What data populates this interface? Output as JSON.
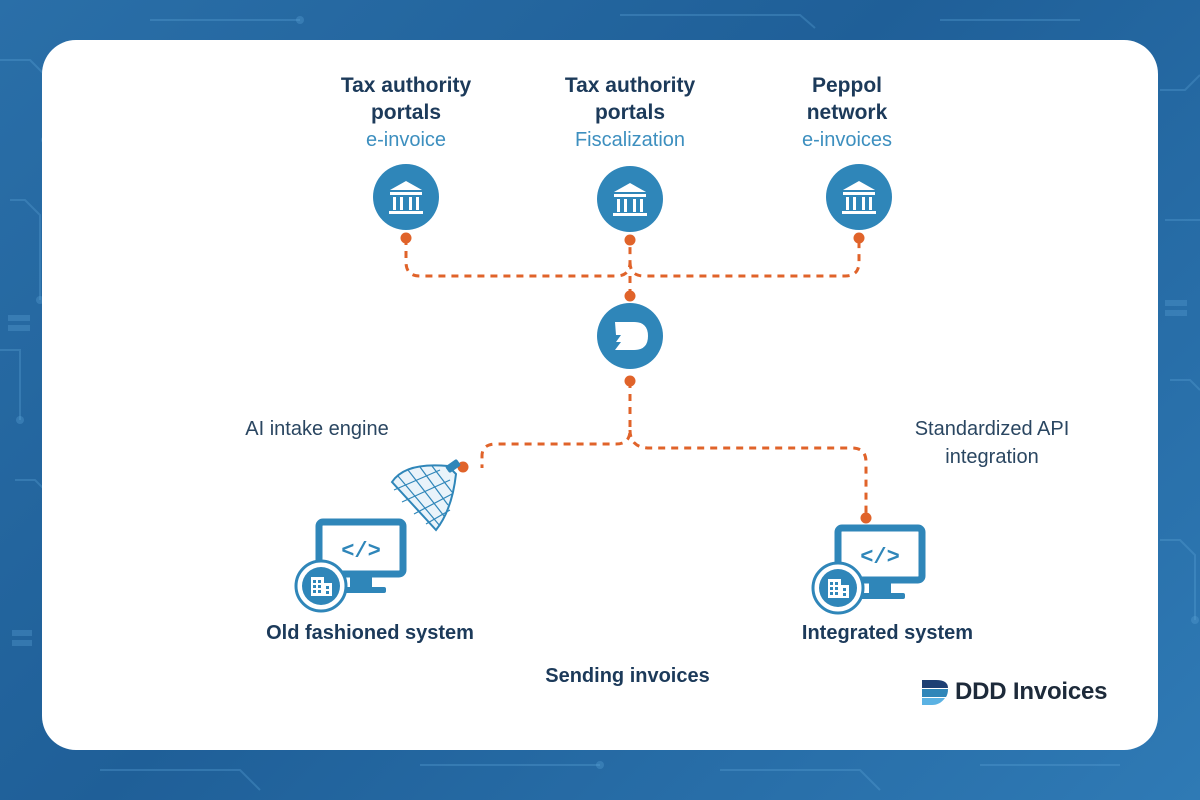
{
  "nodes": [
    {
      "title_line1": "Tax authority",
      "title_line2": "portals",
      "subtitle": "e-invoice"
    },
    {
      "title_line1": "Tax authority",
      "title_line2": "portals",
      "subtitle": "Fiscalization"
    },
    {
      "title_line1": "Peppol",
      "title_line2": "network",
      "subtitle": "e-invoices"
    }
  ],
  "labels": {
    "ai_intake": "AI intake engine",
    "api_line1": "Standardized API",
    "api_line2": "integration",
    "old_system": "Old fashioned system",
    "integrated_system": "Integrated system",
    "footer": "Sending invoices"
  },
  "brand": {
    "name": "DDD Invoices",
    "logo": "ddd-logo-icon"
  },
  "icons": {
    "authority": "bank-building-icon",
    "hub": "ddd-hub-icon",
    "net": "net-funnel-icon",
    "monitor": "code-monitor-icon",
    "building": "office-building-icon"
  },
  "colors": {
    "primary": "#2f86b9",
    "connector": "#e0632a",
    "title": "#1c3a5a",
    "subtitle": "#3d8fbf"
  }
}
